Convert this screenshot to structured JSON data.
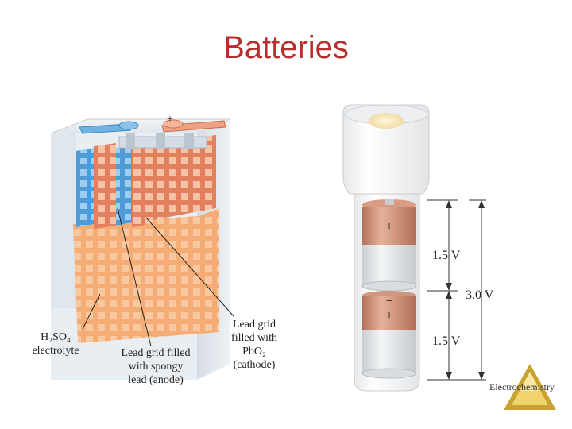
{
  "slide": {
    "title": "Batteries",
    "footer": "Electrochemistry"
  },
  "lead_acid": {
    "positive_sign": "+",
    "label_electrolyte_formula": "H₂SO₄",
    "label_electrolyte_word": "electrolyte",
    "label_anode": [
      "Lead grid filled",
      "with spongy",
      "lead (anode)"
    ],
    "label_cathode": [
      "Lead grid",
      "filled with",
      "PbO₂",
      "(cathode)"
    ]
  },
  "flashlight": {
    "cell_top_sign": "+",
    "cell_bottom_sign": "+",
    "cell_bottom_minus": "−",
    "voltage_top": "1.5 V",
    "voltage_bottom": "1.5 V",
    "voltage_total": "3.0 V"
  },
  "colors": {
    "title": "#b5302c",
    "anode_blue": "#5aa6de",
    "cathode_copper": "#e7906e",
    "electrolyte_orange": "#f7b17a",
    "cell_copper": "#c9866a"
  }
}
